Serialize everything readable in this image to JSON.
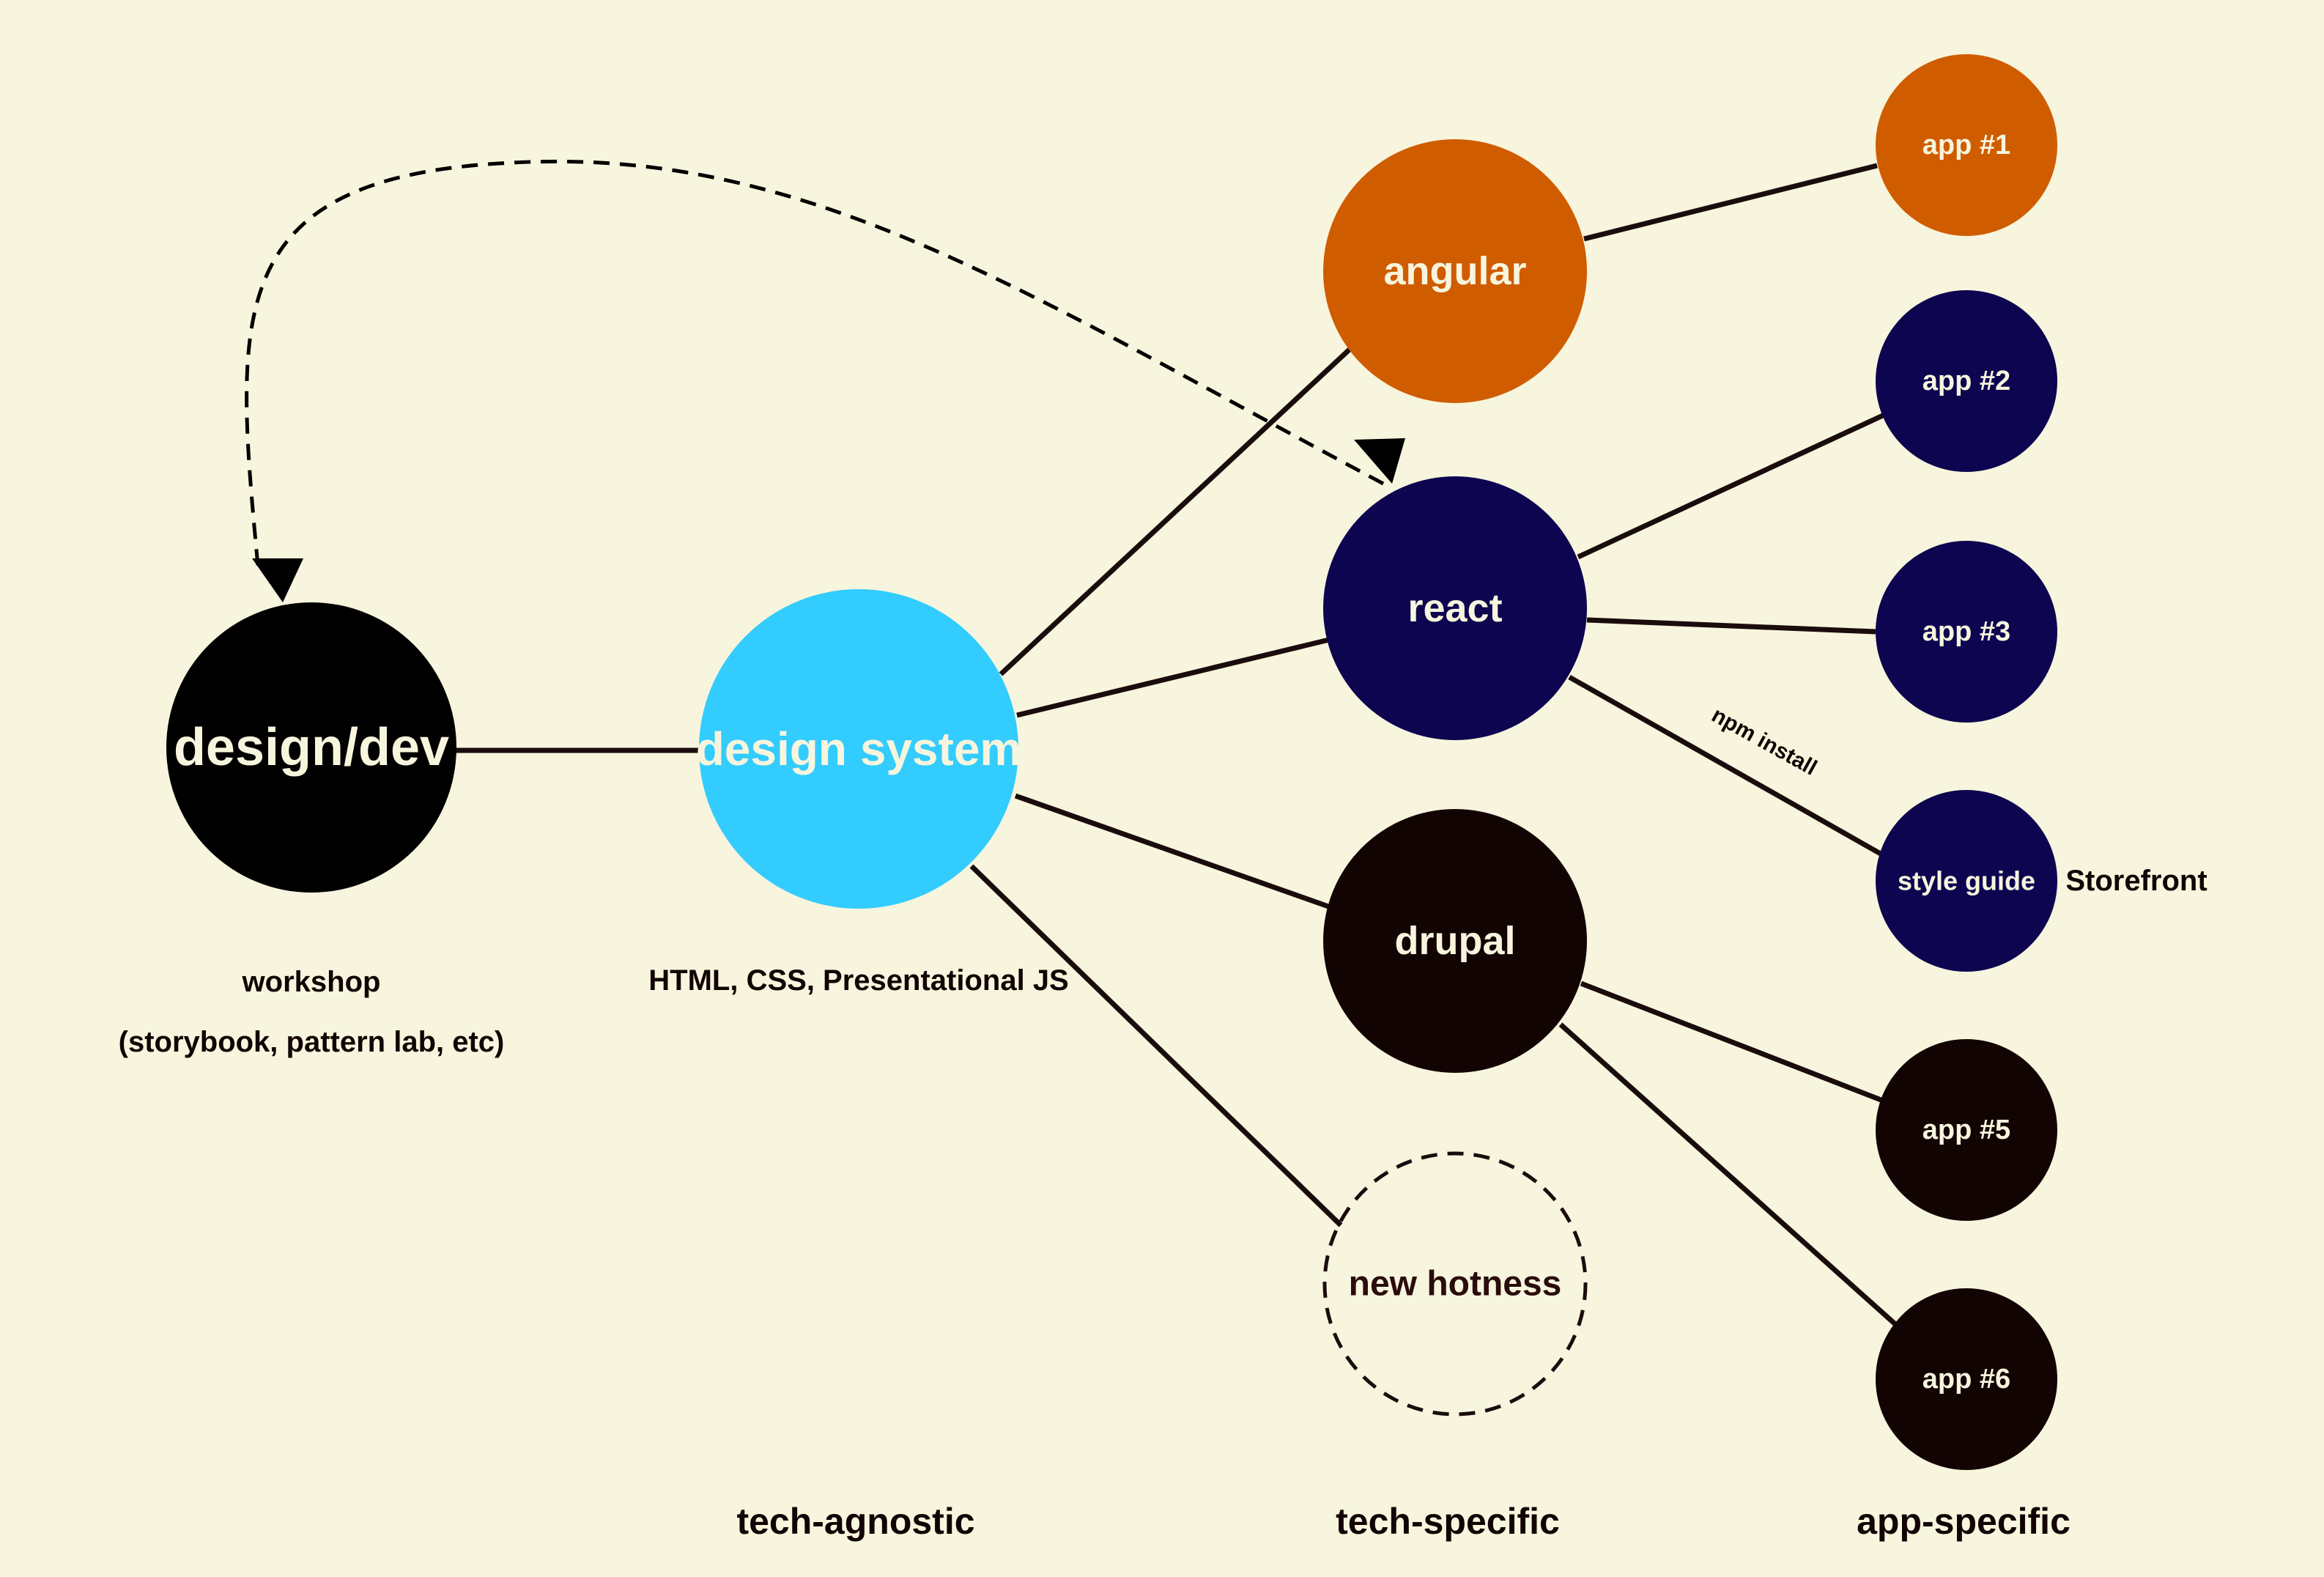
{
  "colors": {
    "background": "#f7f5dd",
    "edge": "#1a0c0c",
    "label_light": "#f7f5dd",
    "label_dark": "#2a0c0c",
    "black": "#000000",
    "cyan": "#33ccff",
    "orange": "#d05c00",
    "navy": "#0d0550",
    "darkbrown": "#130404"
  },
  "nodes": {
    "designdev": {
      "label": "design/dev"
    },
    "designsystem": {
      "label": "design system"
    },
    "angular": {
      "label": "angular"
    },
    "react": {
      "label": "react"
    },
    "drupal": {
      "label": "drupal"
    },
    "newhotness": {
      "label": "new hotness"
    },
    "app1": {
      "label": "app #1"
    },
    "app2": {
      "label": "app #2"
    },
    "app3": {
      "label": "app #3"
    },
    "styleguide": {
      "label": "style guide"
    },
    "app5": {
      "label": "app #5"
    },
    "app6": {
      "label": "app #6"
    }
  },
  "captions": {
    "workshop_line1": "workshop",
    "workshop_line2": "(storybook, pattern lab, etc)",
    "design_system_tech": "HTML, CSS, Presentational JS",
    "npm_install": "npm install",
    "storefront": "Storefront"
  },
  "columns": {
    "tech_agnostic": "tech-agnostic",
    "tech_specific": "tech-specific",
    "app_specific": "app-specific"
  }
}
